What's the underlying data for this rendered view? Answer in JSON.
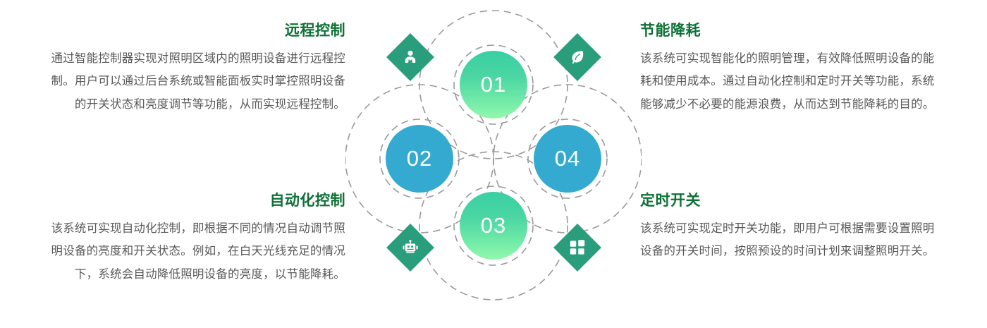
{
  "colors": {
    "heading": "#0e7135",
    "body_text": "#595959",
    "circle_green_start": "#39cfa3",
    "circle_green_end": "#93f7ad",
    "circle_blue": "#35aad1",
    "diamond": "#2a9d7c",
    "dashed_ring": "#9a9a9a",
    "background": "#ffffff"
  },
  "sections": [
    {
      "id": "remote-control",
      "number": "01",
      "heading": "远程控制",
      "body": "通过智能控制器实现对照明区域内的照明设备进行远程控制。用户可以通过后台系统或智能面板实时掌控照明设备的开关状态和亮度调节等功能，从而实现远程控制。",
      "icon": "user-tie-icon",
      "align": "right",
      "circle_color": "green"
    },
    {
      "id": "energy-saving",
      "number": "04",
      "heading": "节能降耗",
      "body": "该系统可实现智能化的照明管理，有效降低照明设备的能耗和使用成本。通过自动化控制和定时开关等功能，系统能够减少不必要的能源浪费，从而达到节能降耗的目的。",
      "icon": "leaf-icon",
      "align": "left",
      "circle_color": "blue"
    },
    {
      "id": "automation",
      "number": "02",
      "heading": "自动化控制",
      "body": "该系统可实现自动化控制，即根据不同的情况自动调节照明设备的亮度和开关状态。例如，在白天光线充足的情况下，系统会自动降低照明设备的亮度，以节能降耗。",
      "icon": "robot-icon",
      "align": "right",
      "circle_color": "blue"
    },
    {
      "id": "timer-switch",
      "number": "03",
      "heading": "定时开关",
      "body": "该系统可实现定时开关功能，即用户可根据需要设置照明设备的开关时间，按照预设的时间计划来调整照明开关。",
      "icon": "grid-icon",
      "align": "left",
      "circle_color": "green"
    }
  ],
  "diagram": {
    "nodes": [
      {
        "position": "top",
        "label": "01",
        "style": "green"
      },
      {
        "position": "left",
        "label": "02",
        "style": "blue"
      },
      {
        "position": "bottom",
        "label": "03",
        "style": "green"
      },
      {
        "position": "right",
        "label": "04",
        "style": "blue"
      }
    ],
    "icons": [
      {
        "position": "top-left",
        "name": "user-tie-icon"
      },
      {
        "position": "top-right",
        "name": "leaf-icon"
      },
      {
        "position": "bottom-left",
        "name": "robot-icon"
      },
      {
        "position": "bottom-right",
        "name": "grid-icon"
      }
    ]
  }
}
